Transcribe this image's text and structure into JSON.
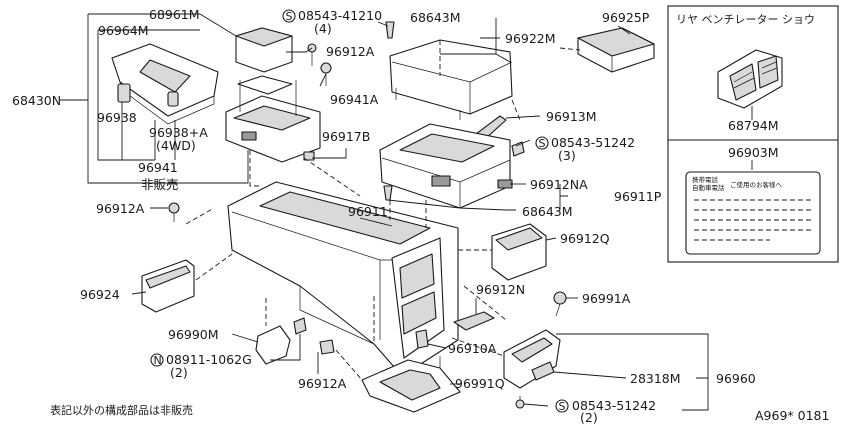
{
  "labels": {
    "p68961M": "68961M",
    "p96964M": "96964M",
    "p68430N": "68430N",
    "p96938": "96938",
    "p96938A": "96938+A",
    "p4WD": "(4WD)",
    "p96941": "96941",
    "notForSale": "非販売",
    "s08543_41210": "08543-41210",
    "q4": "(4)",
    "p96912A_top": "96912A",
    "p96941A": "96941A",
    "p68643M_top": "68643M",
    "p96922M": "96922M",
    "p96925P": "96925P",
    "p96913M": "96913M",
    "s08543_51242a": "08543-51242",
    "q3": "(3)",
    "p96917B": "96917B",
    "p96912NA": "96912NA",
    "p96911P": "96911P",
    "p68643M_bot": "68643M",
    "p96912A_left": "96912A",
    "p96911": "96911",
    "p96912Q": "96912Q",
    "p96924": "96924",
    "p96912N": "96912N",
    "p96991A": "96991A",
    "p96990M": "96990M",
    "n08911_1062G": "08911-1062G",
    "q2a": "(2)",
    "p96910A": "96910A",
    "p96912A_bot": "96912A",
    "p96991Q": "96991Q",
    "p28318M": "28318M",
    "p96960": "96960",
    "s08543_51242b": "08543-51242",
    "q2b": "(2)",
    "footnote": "表記以外の構成部品は非販売",
    "code": "A969* 0181"
  },
  "circles": {
    "s": "S",
    "n": "N"
  },
  "inset1": {
    "title": "リヤ ベンチレーター ショウ",
    "part": "68794M"
  },
  "inset2": {
    "part": "96903M",
    "card_line1": "携帯電話",
    "card_line2": "自動車電話",
    "card_text": "ご使用のお客様へ"
  }
}
